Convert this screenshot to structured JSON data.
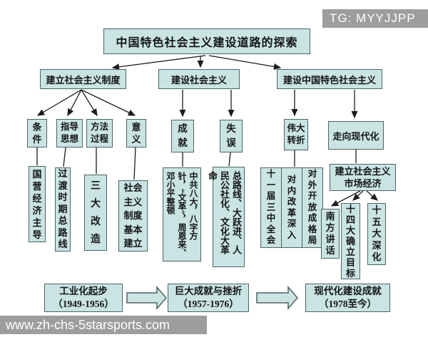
{
  "colors": {
    "box_fill": "#c9e4e3",
    "box_border": "#4e6363",
    "line": "#1c1c1c",
    "watermark_bg": "#9d9d9d",
    "watermark_text": "#ffffff"
  },
  "watermarks": {
    "top_right": "TG: MYYJJPP",
    "bottom_left": "www.zh-chs-5starsports.com"
  },
  "title": "中国特色社会主义建设道路的探索",
  "tier1": {
    "establish": "建立社会主义制度",
    "build": "建设社会主义",
    "chinese": "建设中国特色社会主义"
  },
  "tier2": {
    "condition": "条件",
    "guiding": "指导思想",
    "method": "方法过程",
    "meaning": "意义",
    "achievement": "成就",
    "mistake": "失误",
    "turning": "伟大转折",
    "modernization": "走向现代化"
  },
  "tier3": {
    "condition_detail": "国营经济主导",
    "guiding_detail": "过渡时期总路线",
    "method_detail": "三大改造",
    "meaning_detail": "社会主义制度基本建立",
    "achievement_detail": "中共八大，八字方针，“文革”，周恩来、邓小平整顿",
    "mistake_detail": "总路线、大跃进、人民公社化、文化大革命",
    "turning_details": [
      "十一届三中全会",
      "对内改革深入",
      "对外开放成格局"
    ],
    "market": "建立社会主义\n市场经济",
    "market_details": [
      "南方讲话",
      "十四大确立目标",
      "十五大深化"
    ]
  },
  "timeline": [
    {
      "label": "工业化起步",
      "period": "（1949-1956）"
    },
    {
      "label": "巨大成就与挫折",
      "period": "（1957-1976）"
    },
    {
      "label": "现代化建设成就",
      "period": "（1978至今）"
    }
  ]
}
